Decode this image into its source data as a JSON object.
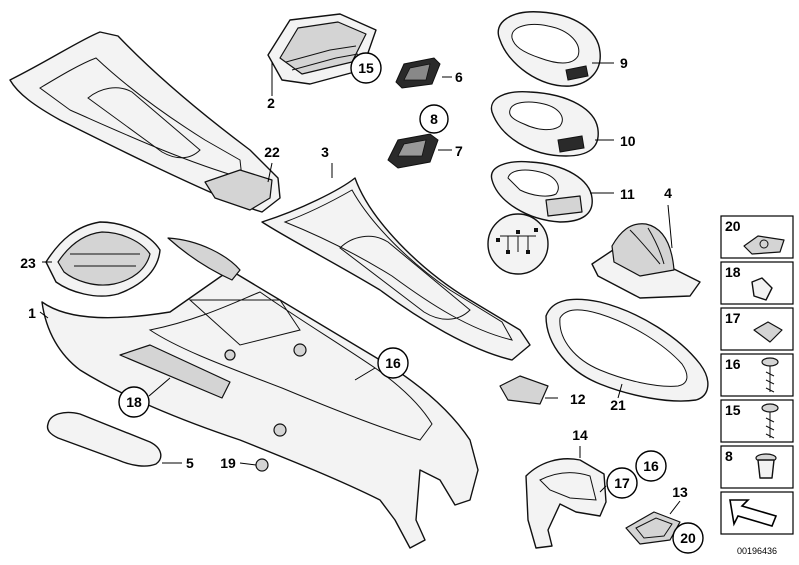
{
  "labels": {
    "p1": "1",
    "p2": "2",
    "p3": "3",
    "p4": "4",
    "p5": "5",
    "p6": "6",
    "p7": "7",
    "p8": "8",
    "p9": "9",
    "p10": "10",
    "p11": "11",
    "p12": "12",
    "p13": "13",
    "p14": "14",
    "p15": "15",
    "p16": "16",
    "p16b": "16",
    "p17": "17",
    "p18": "18",
    "p19": "19",
    "p20": "20",
    "p21": "21",
    "p22": "22",
    "p23": "23"
  },
  "legend": {
    "items": [
      "20",
      "18",
      "17",
      "16",
      "15",
      "8"
    ]
  },
  "footer": {
    "code": "00196436"
  }
}
